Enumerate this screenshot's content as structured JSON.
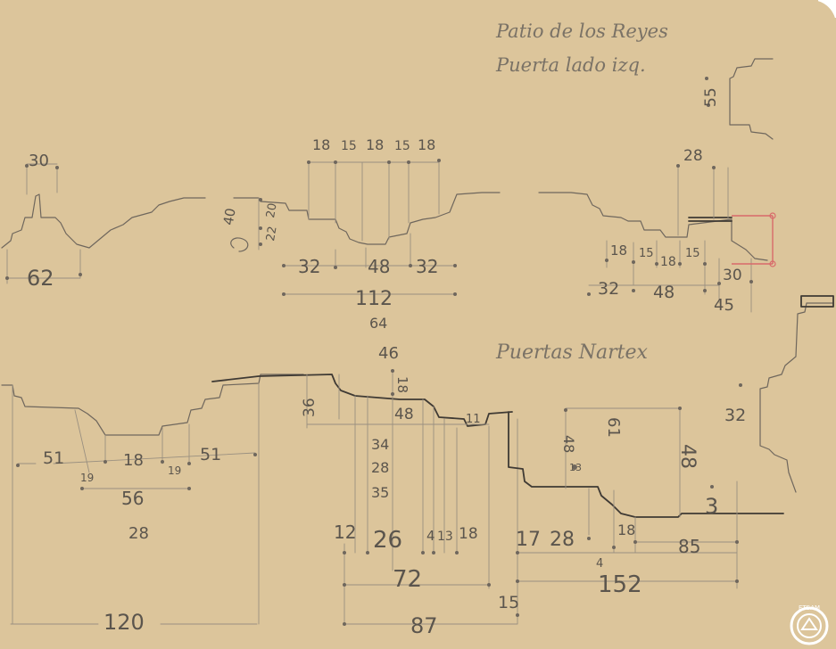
{
  "notes": {
    "top_heading_line1": "Patio de los Reyes",
    "top_heading_line2": "Puerta lado izq.",
    "middle_heading": "Puertas Nartex"
  },
  "dimensions": {
    "tl_30": "30",
    "tl_62": "62",
    "tm_18a": "18",
    "tm_15a": "15",
    "tm_18b": "18",
    "tm_15b": "15",
    "tm_18c": "18",
    "tm_40": "40",
    "tm_20": "20",
    "tm_22": "22",
    "tm_32a": "32",
    "tm_48": "48",
    "tm_32b": "32",
    "tm_112": "112",
    "tr_28": "28",
    "tr_55": "55",
    "tr_18a": "18",
    "tr_15a": "15",
    "tr_18b": "18",
    "tr_15b": "15",
    "tr_32": "32",
    "tr_48": "48",
    "tr_30": "30",
    "tr_45": "45",
    "m_64": "64",
    "m_46": "46",
    "bl_51a": "51",
    "bl_19a": "19",
    "bl_18": "18",
    "bl_19b": "19",
    "bl_51b": "51",
    "bl_56": "56",
    "bl_28": "28",
    "bl_120": "120",
    "bm_36": "36",
    "bm_18": "18",
    "bm_48": "48",
    "bm_11": "11",
    "bm_34": "34",
    "bm_28": "28",
    "bm_35": "35",
    "bm_12": "12",
    "bm_26": "26",
    "bm_4": "4",
    "bm_13": "13",
    "bm_18b": "18",
    "bm_17": "17",
    "bm_28b": "28",
    "bm_72": "72",
    "bm_15": "15",
    "bm_87": "87",
    "br_48a": "48",
    "br_61": "61",
    "br_13": "13",
    "br_48b": "48",
    "br_3": "3",
    "br_18": "18",
    "br_4": "4",
    "br_85": "85",
    "br_152": "152",
    "far_32": "32"
  },
  "stamp": {
    "label": "ETSAM"
  }
}
